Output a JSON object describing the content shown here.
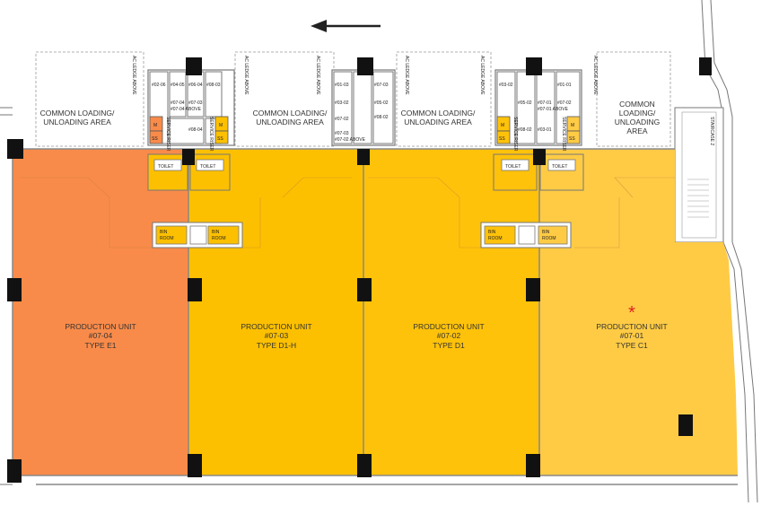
{
  "colors": {
    "unit_e1": "#F98B4A",
    "unit_d1h": "#FDC000",
    "unit_d1": "#FFC20A",
    "unit_c1": "#FFCB45",
    "column": "#111111",
    "wall": "#8a8a8a",
    "marker": "#E02020"
  },
  "units": [
    {
      "title": "PRODUCTION UNIT",
      "number": "#07-04",
      "type": "TYPE E1"
    },
    {
      "title": "PRODUCTION UNIT",
      "number": "#07-03",
      "type": "TYPE D1-H"
    },
    {
      "title": "PRODUCTION UNIT",
      "number": "#07-02",
      "type": "TYPE D1"
    },
    {
      "title": "PRODUCTION UNIT",
      "number": "#07-01",
      "type": "TYPE C1"
    }
  ],
  "loading_areas": [
    {
      "line1": "COMMON LOADING/",
      "line2": "UNLOADING AREA"
    },
    {
      "line1": "COMMON LOADING/",
      "line2": "UNLOADING AREA"
    },
    {
      "line1": "COMMON LOADING/",
      "line2": "UNLOADING AREA"
    },
    {
      "line1": "COMMON",
      "line2": "LOADING/",
      "line3": "UNLOADING",
      "line4": "AREA"
    }
  ],
  "ledge_label": "AC LEDGE ABOVE",
  "toilet_label": "TOILET",
  "bin_room": {
    "line1": "BIN",
    "line2": "ROOM"
  },
  "staircase_label": "STAIRCASE 2",
  "meter_label": "M",
  "ss_label": "SS",
  "riser_label": "SERVICE RISER",
  "ac_ledges_a": [
    "#02-06",
    "#04-05",
    "#06-04",
    "#08-03",
    "#07-04",
    "#07-03",
    "#07-04 ABOVE",
    "#08-04"
  ],
  "ac_ledges_b": [
    "#01-03",
    "#07-03",
    "#03-02",
    "#05-02",
    "#07-02",
    "#08-02",
    "#07-03",
    "#07-02 ABOVE"
  ],
  "ac_ledges_c": [
    "#03-02",
    "#01-01",
    "#05-02",
    "#07-01",
    "#07-02",
    "#07-01 ABOVE",
    "#08-02",
    "#03-01"
  ]
}
